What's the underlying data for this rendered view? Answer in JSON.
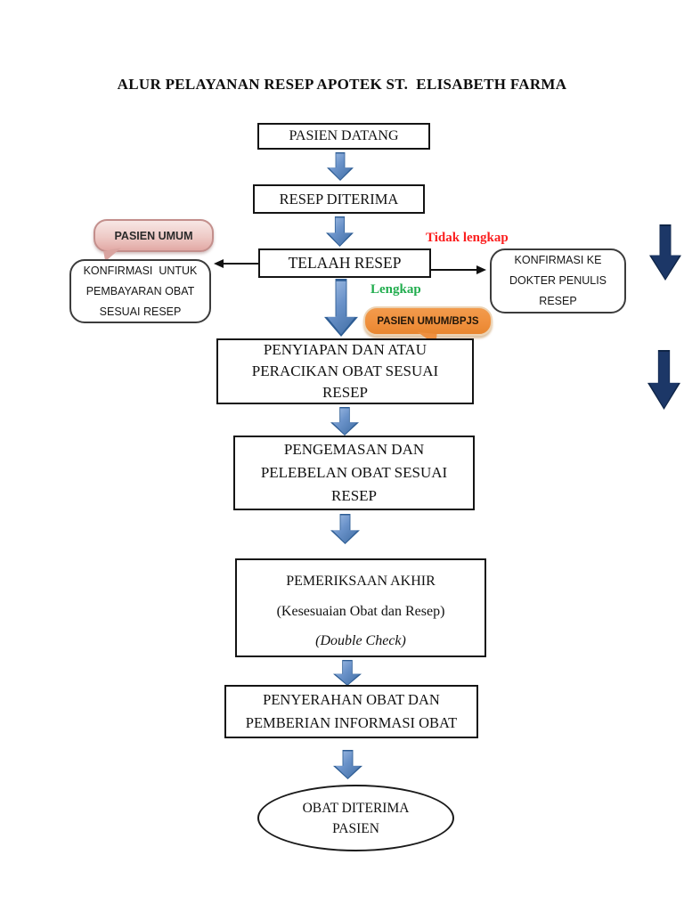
{
  "title": "ALUR PELAYANAN RESEP APOTEK ST.  ELISABETH FARMA",
  "nodes": {
    "pasien_datang": "PASIEN DATANG",
    "resep_diterima": "RESEP DITERIMA",
    "telaah_resep": "TELAAH RESEP",
    "konfirmasi_pembayaran": "KONFIRMASI  UNTUK\nPEMBAYARAN OBAT\nSESUAI RESEP",
    "konfirmasi_dokter": "KONFIRMASI KE\nDOKTER PENULIS\nRESEP",
    "penyiapan": "PENYIAPAN DAN ATAU\nPERACIKAN OBAT SESUAI\nRESEP",
    "pengemasan": "PENGEMASAN DAN\nPELEBELAN OBAT SESUAI\nRESEP",
    "pemeriksaan_line1": "PEMERIKSAAN AKHIR",
    "pemeriksaan_line2": "(Kesesuaian Obat dan Resep)",
    "pemeriksaan_line3": "(Double Check)",
    "penyerahan": "PENYERAHAN OBAT DAN\nPEMBERIAN INFORMASI OBAT",
    "obat_diterima": "OBAT DITERIMA\nPASIEN"
  },
  "labels": {
    "tidak_lengkap": "Tidak lengkap",
    "lengkap": "Lengkap",
    "pasien_umum": "PASIEN UMUM",
    "pasien_umum_bpjs": "PASIEN UMUM/BPJS"
  },
  "colors": {
    "flow_arrow_blue": "#5b87c0",
    "side_arrow_navy": "#1c3767",
    "tidak_lengkap_red": "#fb1e1e",
    "lengkap_green": "#21ad4e",
    "bubble_pink": "#e8b3af",
    "bubble_orange": "#ef8f3c"
  }
}
